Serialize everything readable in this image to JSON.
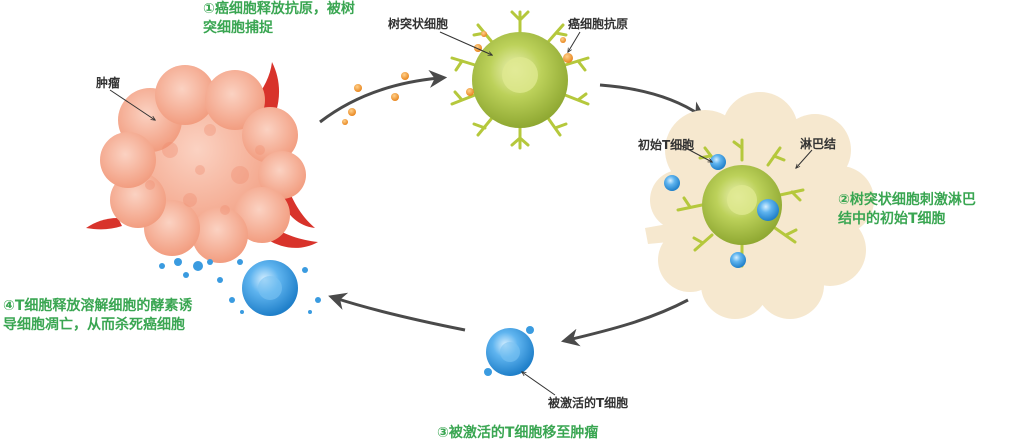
{
  "steps": {
    "step1": [
      "①癌细胞释放抗原，被树",
      "突细胞捕捉"
    ],
    "step2": [
      "②树突状细胞刺激淋巴",
      "结中的初始T细胞"
    ],
    "step3": [
      "③被激活的T细胞移至肿瘤"
    ],
    "step4": [
      "④T细胞释放溶解细胞的酵素诱",
      "导细胞凋亡，从而杀死癌细胞"
    ]
  },
  "labels": {
    "tumor": "肿瘤",
    "dendritic_cell": "树突状细胞",
    "cancer_antigen": "癌细胞抗原",
    "naive_t_cell": "初始T细胞",
    "lymph_node": "淋巴结",
    "activated_t_cell": "被激活的T细胞"
  },
  "colors": {
    "step_text": "#3aa652",
    "label_text": "#333333",
    "tumor": "#f7a98e",
    "blood_vessel": "#d8332b",
    "dendritic_cell": "#a9c040",
    "t_cell": "#3a9be0",
    "lymph_node": "#f6e8cf",
    "antigen": "#f29a2b",
    "arrow": "#4a4a4a"
  }
}
